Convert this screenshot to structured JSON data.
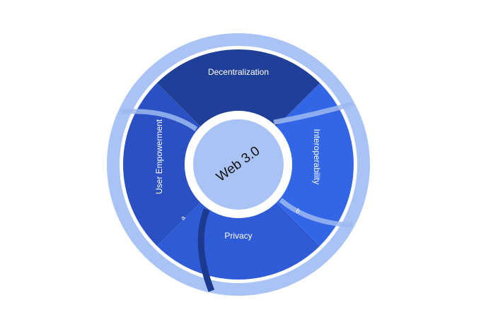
{
  "diagram": {
    "center_label": "Web 3.0",
    "segments": [
      {
        "label": "Decentralization",
        "color": "#1f3f98"
      },
      {
        "label": "Interoperability",
        "color": "#3366e6"
      },
      {
        "label": "Privacy",
        "color": "#2f5cd6"
      },
      {
        "label": "User Empowerment",
        "color": "#2a50c4"
      }
    ],
    "connector_labels": [
      "b",
      "a"
    ],
    "colors": {
      "outer_ring": "#a9c3f5",
      "center_fill": "#a9c3f5",
      "connector": "#1c3a8e",
      "background": "#ffffff"
    }
  }
}
